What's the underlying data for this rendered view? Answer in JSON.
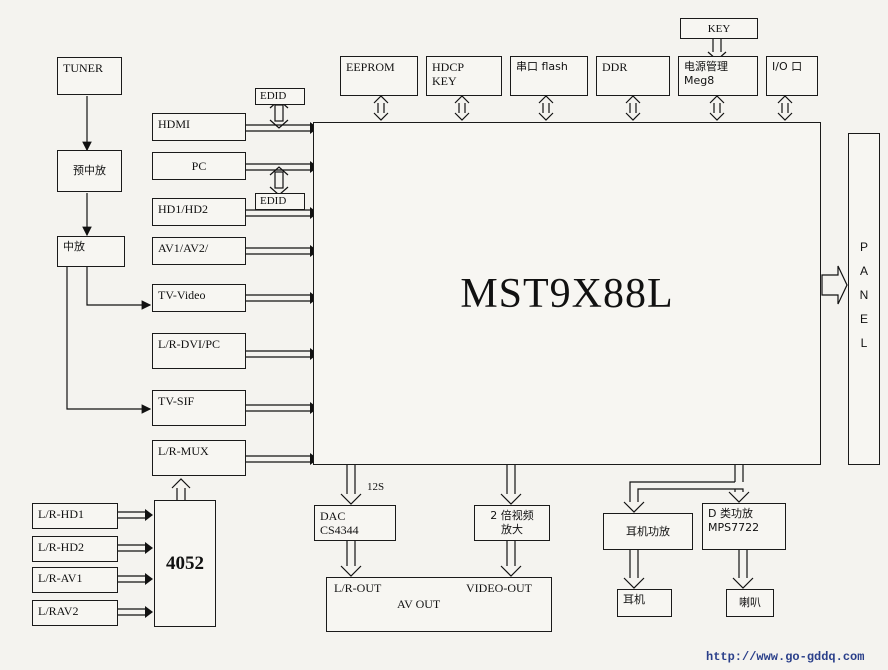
{
  "main_chip": "MST9X88L",
  "panel": [
    "P",
    "A",
    "N",
    "E",
    "L"
  ],
  "tuner_chain": {
    "tuner": "TUNER",
    "pre_if": "预中放",
    "if": "中放"
  },
  "inputs": {
    "hdmi": "HDMI",
    "pc": "PC",
    "hd": "HD1/HD2",
    "av": "AV1/AV2/",
    "tv_video": "TV-Video",
    "lr_dvi": "L/R-DVI/PC",
    "tv_sif": "TV-SIF",
    "lr_mux": "L/R-MUX"
  },
  "edid": {
    "top": "EDID",
    "bottom": "EDID"
  },
  "top_blocks": {
    "eeprom": "EEPROM",
    "hdcp": "HDCP\nKEY",
    "serial_flash": "串口 flash",
    "ddr": "DDR",
    "power_mgmt": "电源管理\nMeg8",
    "io": "I/O 口",
    "key": "KEY"
  },
  "audio_in": {
    "hd1": "L/R-HD1",
    "hd2": "L/R-HD2",
    "av1": "L/R-AV1",
    "av2": "L/RAV2",
    "mux": "4052"
  },
  "outputs": {
    "i2s": "12S",
    "dac": "DAC\nCS4344",
    "video_amp": "2 倍视频\n放大",
    "hp_amp": "耳机功放",
    "class_d": "D 类功放\nMPS7722",
    "headphone": "耳机",
    "speaker": "喇叭",
    "lr_out": "L/R-OUT",
    "av_out": "AV    OUT",
    "video_out": "VIDEO-OUT"
  },
  "watermark_url": "http://www.go-gddq.com"
}
